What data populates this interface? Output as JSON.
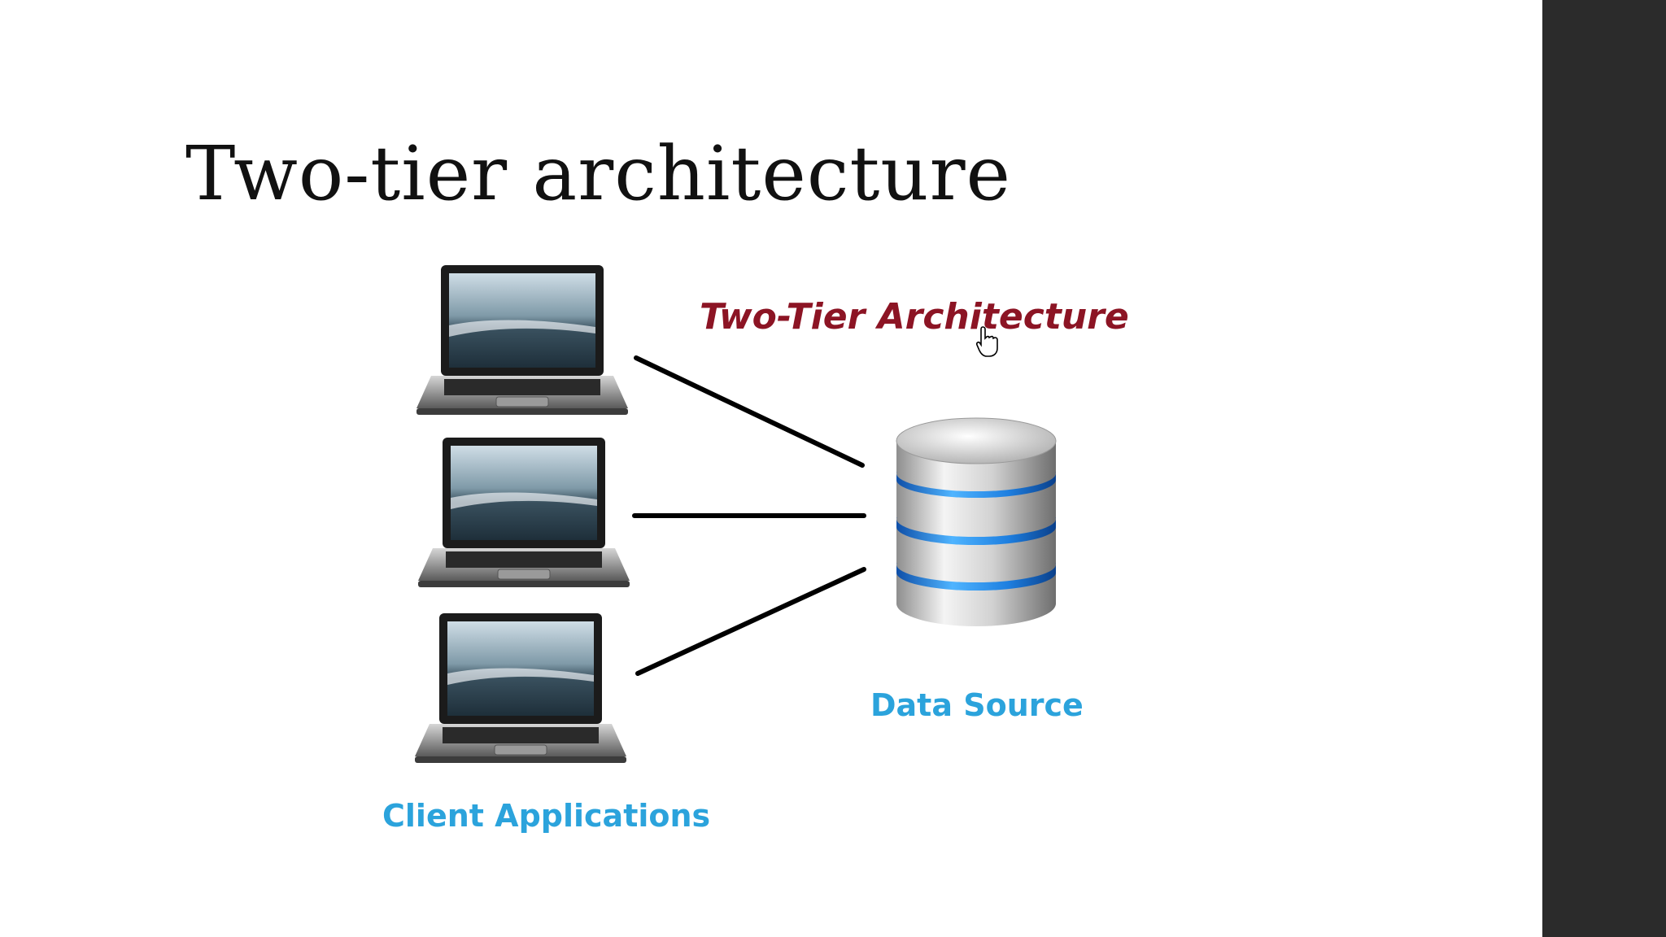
{
  "slide": {
    "title": "Two-tier architecture"
  },
  "diagram": {
    "title": "Two-Tier Architecture",
    "database_label": "Data Source",
    "clients_label": "Client Applications",
    "client_count": 3,
    "colors": {
      "title": "#8c1424",
      "labels": "#2ba3dc",
      "db_bands": "#1e7fe0",
      "connectors": "#000000"
    }
  },
  "icons": {
    "laptop": "laptop-icon",
    "database": "database-icon",
    "cursor": "hand-cursor-icon"
  }
}
